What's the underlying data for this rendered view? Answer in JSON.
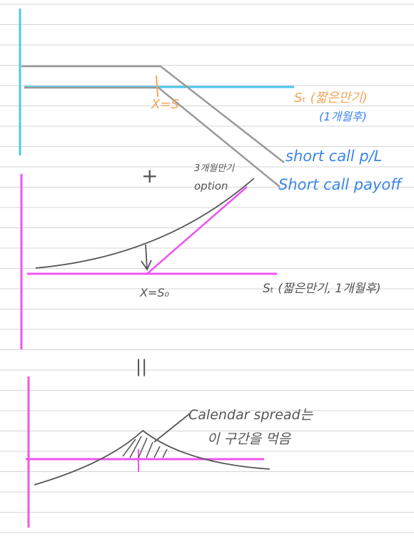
{
  "colors": {
    "paper": "#ffffff",
    "rule": "#d4d4d4",
    "cyan": "#4cc8ec",
    "magenta": "#ee55ee",
    "gray": "#9a9a9a",
    "dark": "#555555",
    "orange": "#f5a45a",
    "blue": "#3a86e8"
  },
  "panel1": {
    "strike_label": "X=S",
    "axis_label": "Sₜ (짧은만기)",
    "axis_sublabel": "(1개월후)",
    "pl_label": "short call p/L",
    "payoff_label": "Short call payoff"
  },
  "plus_sign": "+",
  "panel2": {
    "option_label_line1": "3개월만기",
    "option_label_line2": "option",
    "strike_label": "X=S₀",
    "axis_label": "Sₜ (짧은만기, 1개월후)"
  },
  "equals_sign": "||",
  "panel3": {
    "annotation_line1": "Calendar spread는",
    "annotation_line2": "이 구간을 먹음"
  }
}
